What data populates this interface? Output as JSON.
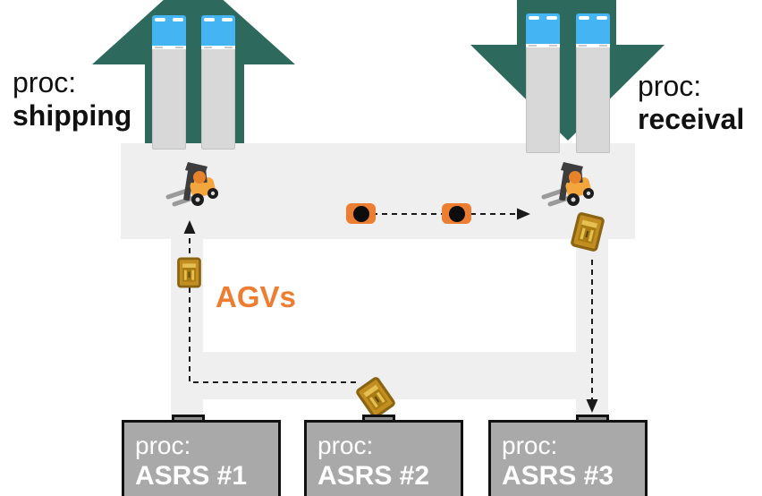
{
  "diagram": {
    "shipping_label": {
      "prefix": "proc:",
      "name": "shipping"
    },
    "receival_label": {
      "prefix": "proc:",
      "name": "receival"
    },
    "agv_label": "AGVs",
    "asrs_units": [
      {
        "prefix": "proc:",
        "name": "ASRS #1"
      },
      {
        "prefix": "proc:",
        "name": "ASRS #2"
      },
      {
        "prefix": "proc:",
        "name": "ASRS #3"
      }
    ]
  },
  "icons": {
    "flow_arrow_up": "large teal block arrow pointing up (outbound shipping flow)",
    "flow_arrow_down": "large teal block arrow pointing down (inbound receival flow)",
    "truck": "top-view truck: blue cab with white windshield dashes, gray trailer",
    "forklift": "isometric yellow forklift with dark mast and driver",
    "crate": "gold wooden crate (pallet load)",
    "agv": "top-view orange AGV with black puck",
    "dashed_route_arrow": "black dashed route line with solid arrowhead"
  },
  "colors": {
    "flow_arrow": "#2D6A5D",
    "truck_cab": "#45B4F2",
    "truck_trailer": "#D8D8D8",
    "truck_trailer_border": "#C2C2C2",
    "floor": "#EFEFEF",
    "asrs_box": "#A9A9A9",
    "asrs_connector": "#8F8F8F",
    "asrs_border": "#111111",
    "asrs_text": "#FFFFFF",
    "label_text": "#111111",
    "agv_orange": "#ED7D31",
    "crate_gold": "#C28E1F",
    "crate_frame": "#8A6412",
    "crate_slat": "#E6C052",
    "dash_line": "#1A1A1A"
  }
}
